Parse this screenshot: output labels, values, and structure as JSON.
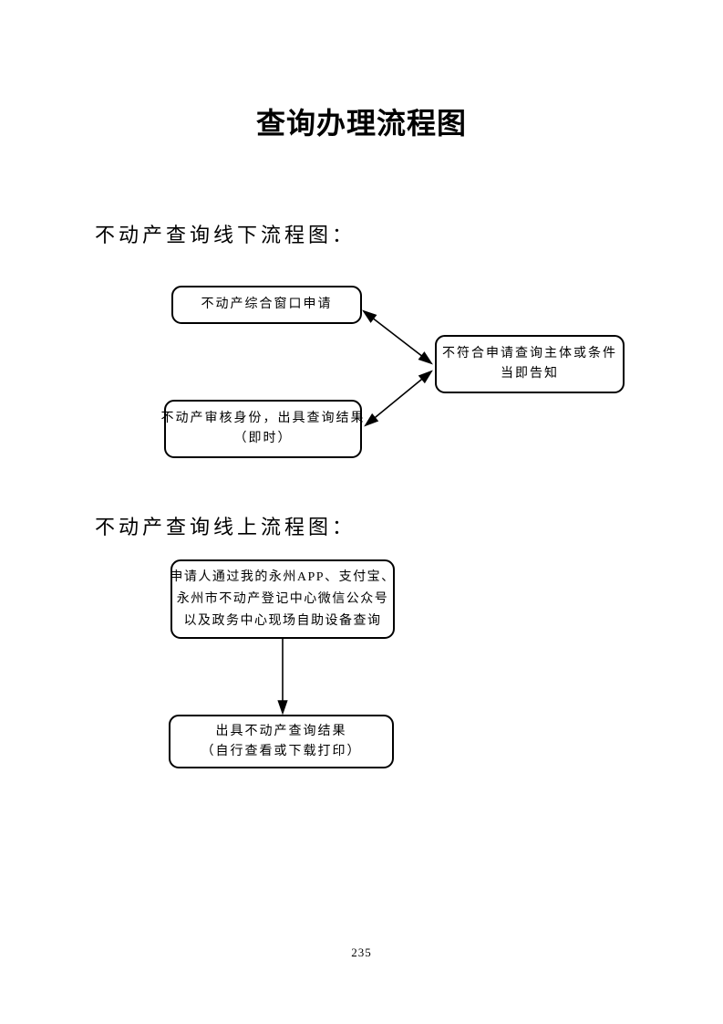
{
  "page": {
    "title": "查询办理流程图",
    "page_number": "235",
    "ink_color": "#000000",
    "paper_color": "#ffffff"
  },
  "offline": {
    "heading": "不动产查询线下流程图：",
    "box_apply": [
      "不动产综合窗口申请"
    ],
    "box_reject": [
      "不符合申请查询主体或条件",
      "当即告知"
    ],
    "box_verify": [
      "不动产审核身份，出具查询结果",
      "（即时）"
    ]
  },
  "online": {
    "heading": "不动产查询线上流程图：",
    "box_channels": [
      "申请人通过我的永州APP、支付宝、",
      "永州市不动产登记中心微信公众号",
      "以及政务中心现场自助设备查询"
    ],
    "box_result": [
      "出具不动产查询结果",
      "（自行查看或下载打印）"
    ]
  }
}
